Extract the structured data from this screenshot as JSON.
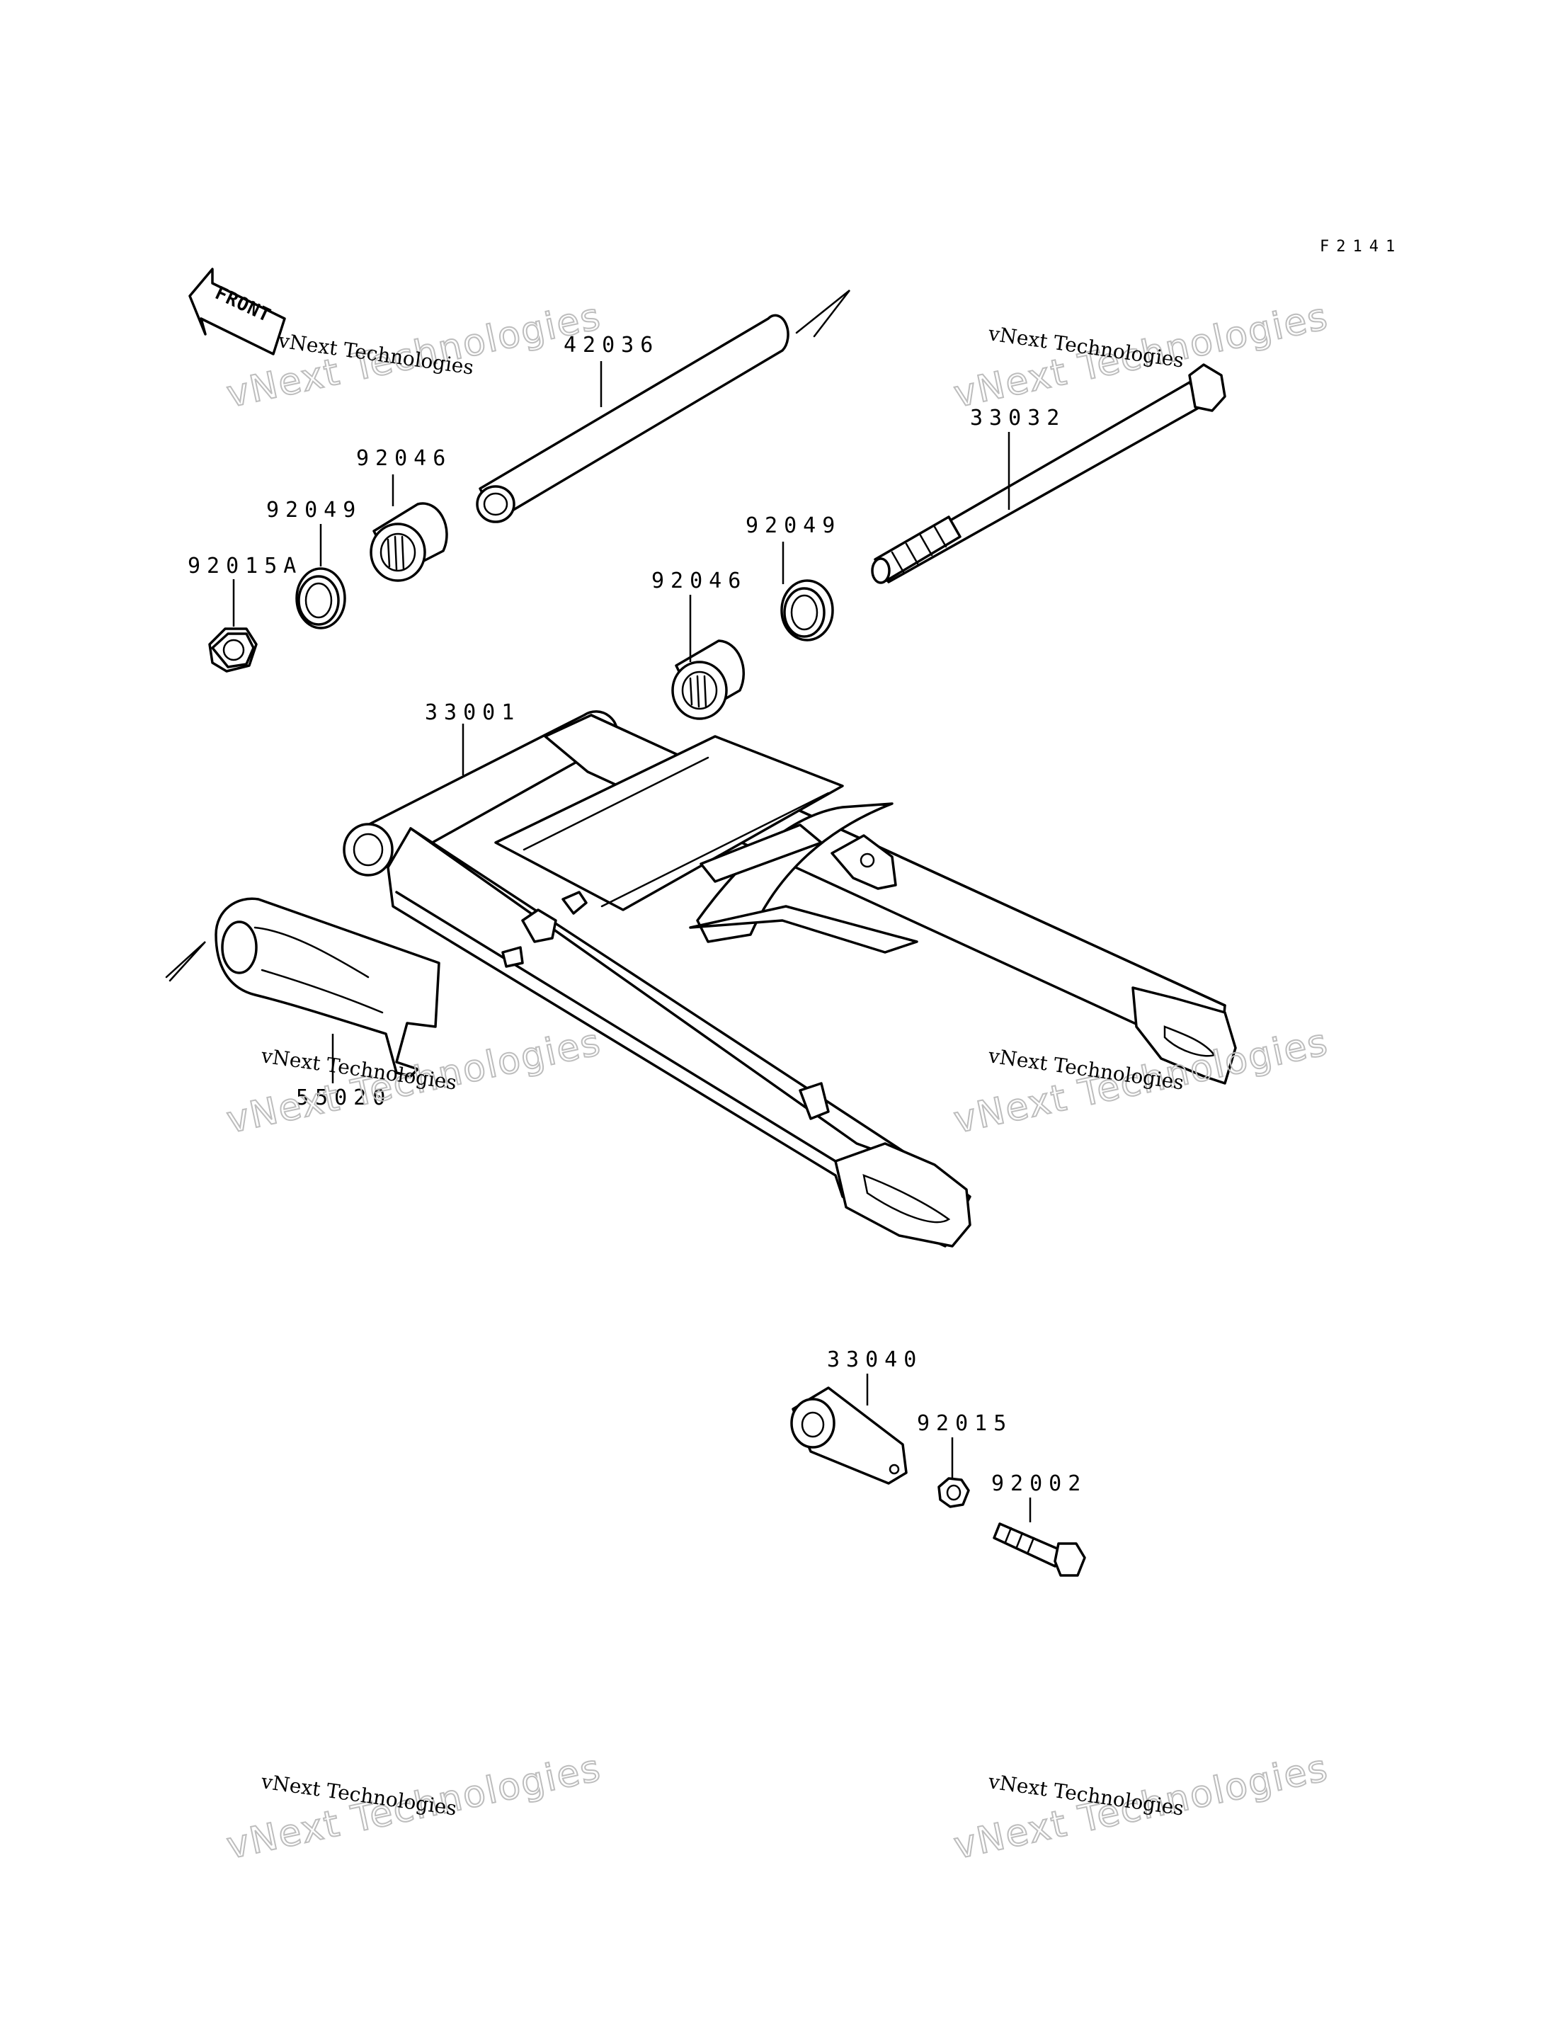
{
  "diagram": {
    "code": "F2141",
    "front_badge": "FRONT",
    "watermark": {
      "line1": "vNext Technologies",
      "big_text": "vNext Technologies"
    },
    "parts": [
      {
        "id": "42036"
      },
      {
        "id": "33032"
      },
      {
        "id": "92046"
      },
      {
        "id": "92049"
      },
      {
        "id": "92015A"
      },
      {
        "id": "92049"
      },
      {
        "id": "92046"
      },
      {
        "id": "33001"
      },
      {
        "id": "55020"
      },
      {
        "id": "33040"
      },
      {
        "id": "92015"
      },
      {
        "id": "92002"
      }
    ]
  }
}
